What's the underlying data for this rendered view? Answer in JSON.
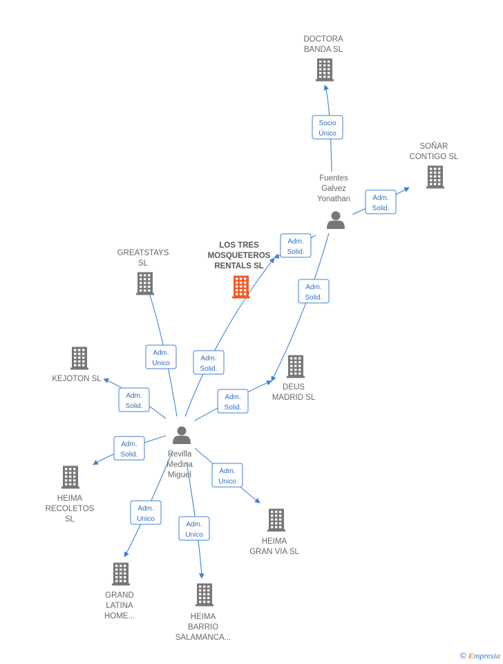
{
  "colors": {
    "edge": "#3b82d6",
    "company": "#777777",
    "focus_company": "#f05a28",
    "person": "#777777"
  },
  "nodes": [
    {
      "id": "doctora",
      "type": "company",
      "label": [
        "DOCTORA",
        "BANDA  SL"
      ]
    },
    {
      "id": "sonar",
      "type": "company",
      "label": [
        "SOÑAR",
        "CONTIGO  SL"
      ]
    },
    {
      "id": "fuentes",
      "type": "person",
      "label": [
        "Fuentes",
        "Galvez",
        "Yonathan"
      ]
    },
    {
      "id": "lostres",
      "type": "company",
      "focus": true,
      "label": [
        "LOS TRES",
        "MOSQUETEROS",
        "RENTALS  SL"
      ]
    },
    {
      "id": "greatstays",
      "type": "company",
      "label": [
        "GREATSTAYS",
        "SL"
      ]
    },
    {
      "id": "kejoton",
      "type": "company",
      "label": [
        "KEJOTON  SL"
      ]
    },
    {
      "id": "deus",
      "type": "company",
      "label": [
        "DEUS",
        "MADRID  SL"
      ]
    },
    {
      "id": "revilla",
      "type": "person",
      "label": [
        "Revilla",
        "Medina",
        "Miguel"
      ]
    },
    {
      "id": "heimarec",
      "type": "company",
      "label": [
        "HEIMA",
        "RECOLETOS",
        "SL"
      ]
    },
    {
      "id": "heimagv",
      "type": "company",
      "label": [
        "HEIMA",
        "GRAN VIA  SL"
      ]
    },
    {
      "id": "grandlatina",
      "type": "company",
      "label": [
        "GRAND",
        "LATINA",
        "HOME..."
      ]
    },
    {
      "id": "heimabarrio",
      "type": "company",
      "label": [
        "HEIMA",
        "BARRIO",
        "SALAMANCA..."
      ]
    }
  ],
  "edges": [
    {
      "from": "fuentes",
      "to": "doctora",
      "label": [
        "Socio",
        "Único"
      ]
    },
    {
      "from": "fuentes",
      "to": "sonar",
      "label": [
        "Adm.",
        "Solid."
      ]
    },
    {
      "from": "fuentes",
      "to": "lostres",
      "label": [
        "Adm.",
        "Solid."
      ]
    },
    {
      "from": "fuentes",
      "to": "deus",
      "label": [
        "Adm.",
        "Solid."
      ]
    },
    {
      "from": "revilla",
      "to": "greatstays",
      "label": [
        "Adm.",
        "Unico"
      ]
    },
    {
      "from": "revilla",
      "to": "lostres",
      "label": [
        "Adm.",
        "Solid."
      ]
    },
    {
      "from": "revilla",
      "to": "kejoton",
      "label": [
        "Adm.",
        "Solid."
      ]
    },
    {
      "from": "revilla",
      "to": "deus",
      "label": [
        "Adm.",
        "Solid."
      ]
    },
    {
      "from": "revilla",
      "to": "heimarec",
      "label": [
        "Adm.",
        "Solid."
      ]
    },
    {
      "from": "revilla",
      "to": "heimagv",
      "label": [
        "Adm.",
        "Unico"
      ]
    },
    {
      "from": "revilla",
      "to": "grandlatina",
      "label": [
        "Adm.",
        "Unico"
      ]
    },
    {
      "from": "revilla",
      "to": "heimabarrio",
      "label": [
        "Adm.",
        "Unico"
      ]
    }
  ],
  "footer": {
    "copyright_symbol": "©",
    "brand_initial": "E",
    "brand_rest": "mpresia"
  }
}
